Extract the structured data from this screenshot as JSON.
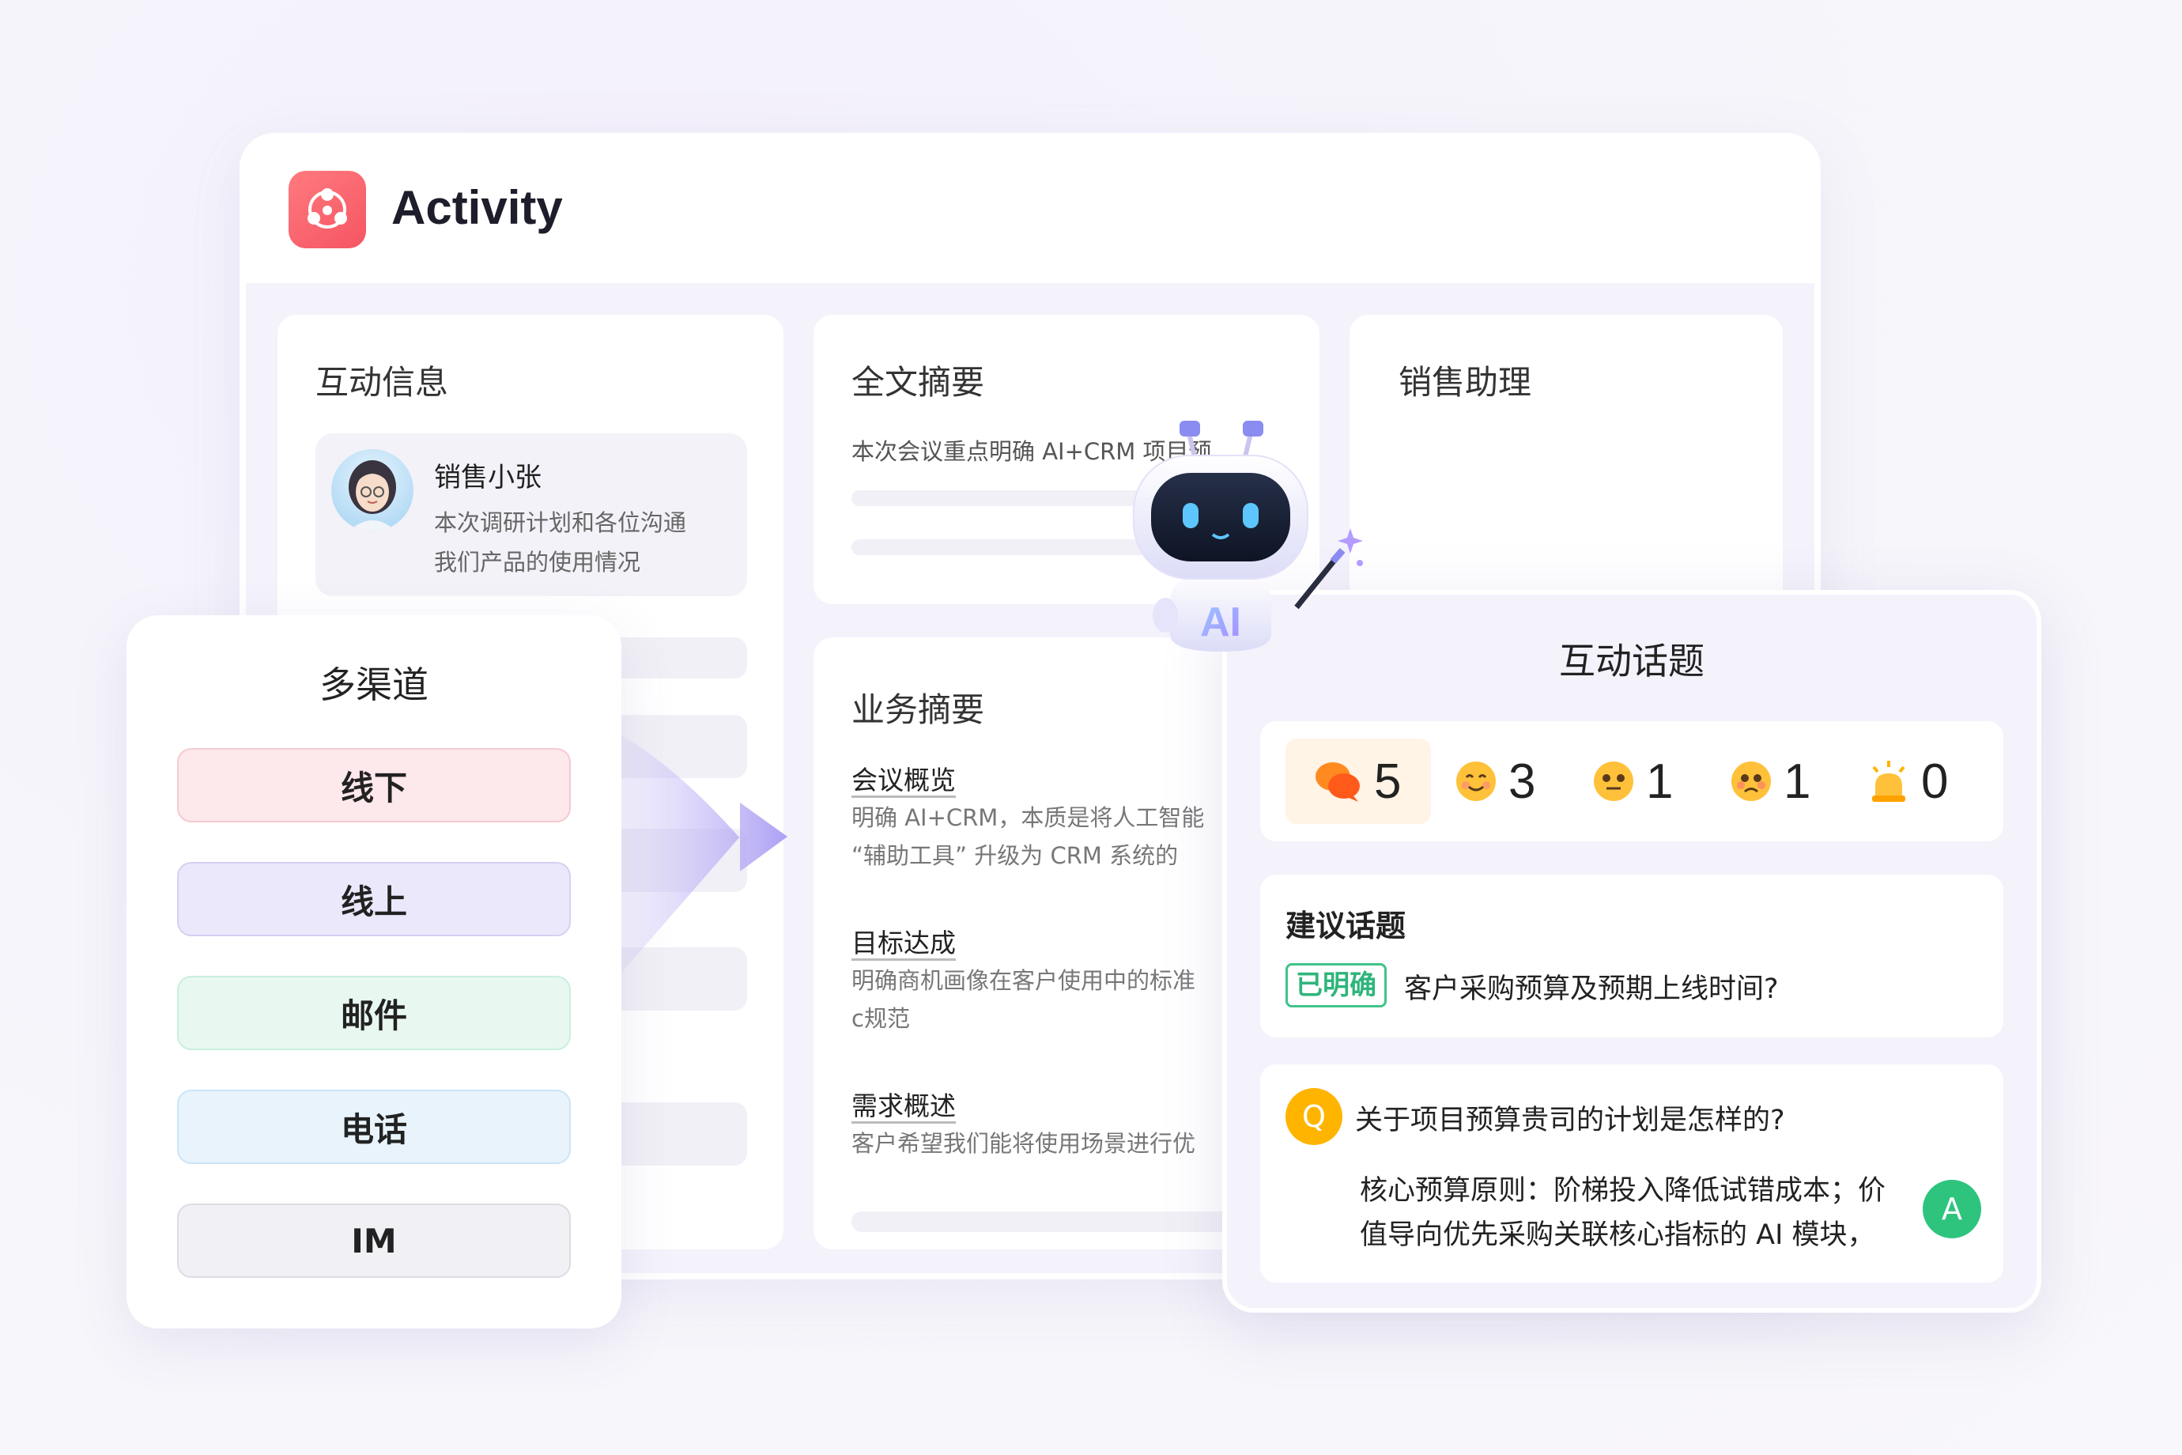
{
  "app": {
    "title": "Activity",
    "logo_icon": "network-people-icon"
  },
  "interaction_card": {
    "title": "互动信息",
    "profile": {
      "name": "销售小张",
      "message_line1": "本次调研计划和各位沟通",
      "message_line2": "我们产品的使用情况"
    }
  },
  "summary_card": {
    "title": "全文摘要",
    "text": "本次会议重点明确 AI+CRM 项目预"
  },
  "business_card": {
    "title": "业务摘要",
    "sections": [
      {
        "heading": "会议概览",
        "lines": [
          "明确 AI+CRM，本质是将人工智能",
          "“辅助工具” 升级为 CRM 系统的"
        ]
      },
      {
        "heading": "目标达成",
        "lines": [
          "明确商机画像在客户使用中的标准",
          "c规范"
        ]
      },
      {
        "heading": "需求概述",
        "lines": [
          "客户希望我们能将使用场景进行优"
        ]
      }
    ]
  },
  "assistant_card": {
    "title": "销售助理"
  },
  "channels": {
    "title": "多渠道",
    "items": [
      {
        "label": "线下",
        "bg": "#fde8ec",
        "border": "#f6c9d0"
      },
      {
        "label": "线上",
        "bg": "#ece8fb",
        "border": "#d6cff3"
      },
      {
        "label": "邮件",
        "bg": "#e8f8f1",
        "border": "#c9eedd"
      },
      {
        "label": "电话",
        "bg": "#e8f3fc",
        "border": "#cbe4f6"
      },
      {
        "label": "IM",
        "bg": "#f1f1f5",
        "border": "#dcdce4"
      }
    ]
  },
  "robot": {
    "label": "AI"
  },
  "topics": {
    "title": "互动话题",
    "stats": [
      {
        "icon": "chat-bubbles-icon",
        "value": "5"
      },
      {
        "icon": "happy-face-icon",
        "value": "3"
      },
      {
        "icon": "neutral-face-icon",
        "value": "1"
      },
      {
        "icon": "worried-face-icon",
        "value": "1"
      },
      {
        "icon": "alarm-bell-icon",
        "value": "0"
      }
    ],
    "suggest": {
      "title": "建议话题",
      "tag": "已明确",
      "text": "客户采购预算及预期上线时间?"
    },
    "qa": {
      "q_badge": "Q",
      "question": "关于项目预算贵司的计划是怎样的?",
      "answer_line1": "核心预算原则：阶梯投入降低试错成本；价",
      "answer_line2": "值导向优先采购关联核心指标的 AI 模块，",
      "a_badge": "A"
    }
  },
  "colors": {
    "accent": "#f55562",
    "purple": "#a89bf3",
    "tag_green": "#2fb57a",
    "q_yellow": "#ffb400",
    "a_green": "#2ec47d"
  }
}
